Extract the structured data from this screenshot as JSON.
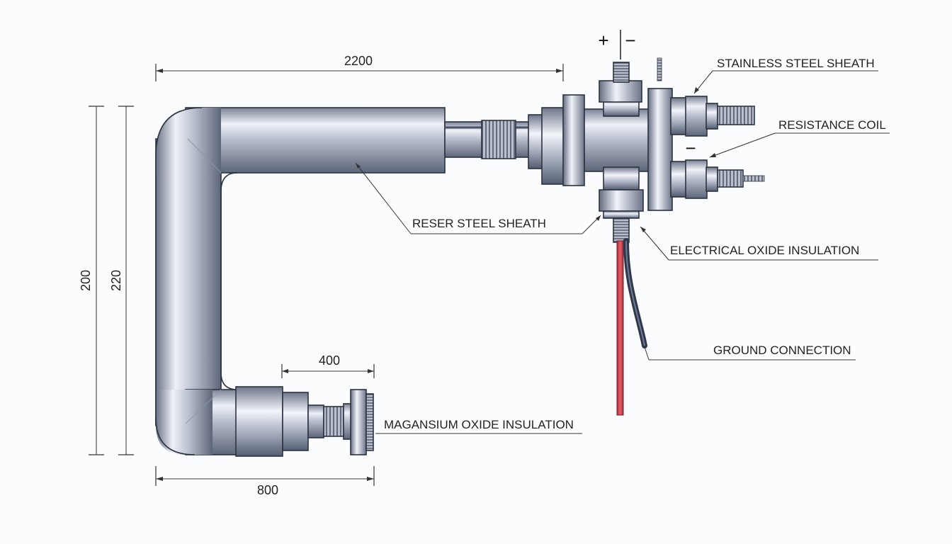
{
  "polarity": {
    "plus": "+",
    "minus": "−",
    "minus_lower": "−"
  },
  "dimensions": {
    "top_length": "2200",
    "outer_height": "200",
    "inner_height": "220",
    "bottom_length": "800",
    "fitting_length": "400"
  },
  "labels": {
    "stainless_steel_sheath": "STAINLESS STEEL SHEATH",
    "resistance_coil": "RESISTANCE COIL",
    "reser_steel_sheath": "RESER STEEL SHEATH",
    "electrical_oxide_insulation": "ELECTRICAL OXIDE INSULATION",
    "ground_connection": "GROUND CONNECTION",
    "magnesium_oxide_insulation": "MAGANSIUM OXIDE INSULATION"
  },
  "colors": {
    "steel_light": "#e8ecf3",
    "steel_mid": "#a8b0c2",
    "steel_dark": "#5c6479",
    "wire_red": "#d8404c",
    "wire_dark": "#3a4458"
  }
}
